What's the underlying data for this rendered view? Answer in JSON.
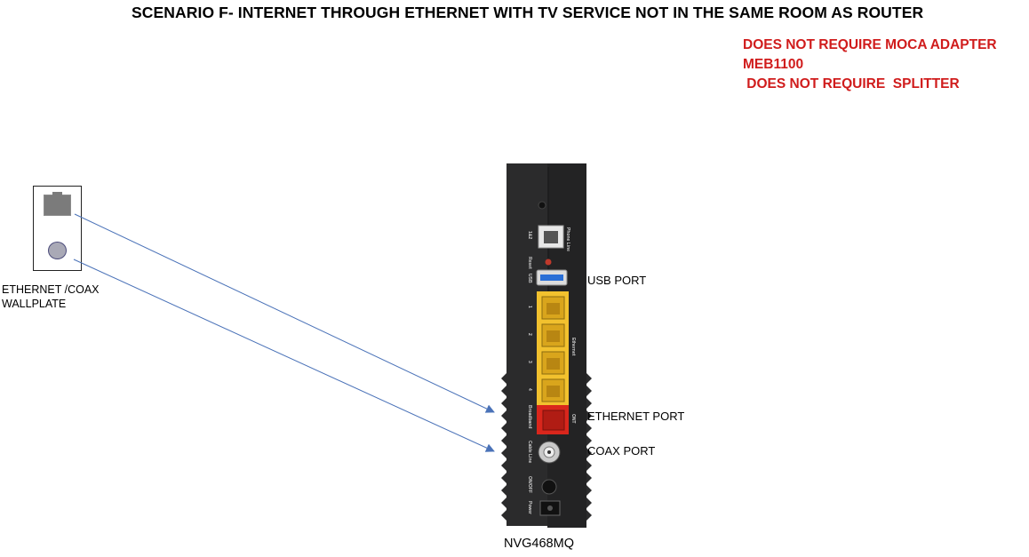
{
  "title": "SCENARIO  F- INTERNET THROUGH ETHERNET WITH TV SERVICE NOT IN THE SAME ROOM AS ROUTER",
  "notes": [
    "DOES NOT REQUIRE MOCA ADAPTER",
    "MEB1100",
    " DOES NOT REQUIRE  SPLITTER"
  ],
  "wallplate": {
    "label_line1": "ETHERNET /COAX",
    "label_line2": "WALLPLATE"
  },
  "router": {
    "model": "NVG468MQ",
    "usb_port_label": "USB PORT",
    "ethernet_port_label": "ETHERNET PORT",
    "coax_port_label": "COAX PORT",
    "printed_labels": {
      "phone_line": "Phone Line",
      "line_12": "1&2",
      "reset": "Reset",
      "usb": "USB",
      "ethernet": "Ethernet",
      "p1": "1",
      "p2": "2",
      "p3": "3",
      "p4": "4",
      "broadband": "Broadband",
      "ont": "ONT",
      "cable_line": "Cable Line",
      "on_off": "ON/OFF",
      "power": "Power"
    }
  },
  "colors": {
    "title": "#000000",
    "notes": "#d01c1c",
    "wire": "#4a72b8",
    "router_body": "#2b2b2c",
    "ethernet_ports": "#f2c12e",
    "broadband_port": "#d9261c",
    "usb_port": "#2a6fd6"
  }
}
